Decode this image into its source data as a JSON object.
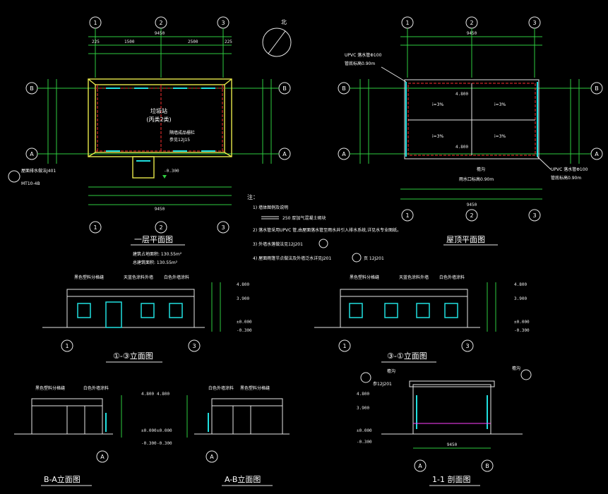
{
  "north_label": "北",
  "axes": {
    "a1": "1",
    "a2": "2",
    "a3": "3",
    "aA": "A",
    "aB": "B"
  },
  "plan": {
    "title": "一层平面图",
    "total_dim": "9450",
    "dims_top": [
      "225",
      "1500",
      "2500",
      "225"
    ],
    "room_label": "垃圾站",
    "room_sub": "(丙类2类)",
    "note_tag": "隔墙成品栅栏",
    "note_tag2": "参见12J15",
    "level": "-0.300",
    "legend_ref": "MT10-4B",
    "legend_note": "屋面排水做法J401",
    "area1": "建筑占地面积: 130.55m²",
    "area2": "总建筑面积: 130.55m²"
  },
  "roof": {
    "title": "屋顶平面图",
    "total_dim": "9450",
    "upvc_top": "UPVC 落水管Φ100",
    "upvc_top2": "管底标高0.90m",
    "upvc_bot": "UPVC 落水管Φ100",
    "upvc_bot2": "管底标高0.90m",
    "gutter": "檐沟",
    "gutter2": "雨水口标高0.90m",
    "slope": "i=3%",
    "elev": "4.800"
  },
  "notes": {
    "header": "注：",
    "n1": "1) 墙体图例及说明",
    "n1b": "250 厚加气混凝土砌块",
    "n2": "2) 落水管采用UPVC 管,由屋面落水管至雨水井引入排水系统,详见水专业图纸。",
    "n3": "3) 外墙水落做法见12J201",
    "n4": "4) 屋面雨篷节点做法及外墙泛水详见J201",
    "n4b": "页 12J201"
  },
  "elev_front": {
    "title": "①-③立面图",
    "lbl1": "黑色塑料分格缝",
    "lbl2": "天蓝色涂料外墙",
    "lbl3": "白色外墙涂料",
    "levels": [
      "4.800",
      "3.900",
      "±0.000",
      "-0.300"
    ]
  },
  "elev_back": {
    "title": "③-①立面图",
    "lbl1": "黑色塑料分格缝",
    "lbl2": "天蓝色涂料外墙",
    "lbl3": "白色外墙涂料",
    "levels": [
      "4.800",
      "3.900",
      "±0.000",
      "-0.300"
    ]
  },
  "elev_side1": {
    "title": "B-A立面图",
    "lbl1": "黑色塑料分格缝",
    "lbl2": "白色外墙涂料",
    "levels": [
      "4.800",
      "±0.000",
      "-0.300"
    ]
  },
  "elev_side2": {
    "title": "A-B立面图",
    "lbl1": "白色外墙涂料",
    "lbl2": "黑色塑料分格缝",
    "levels": [
      "4.800",
      "±0.000",
      "-0.300"
    ]
  },
  "section": {
    "title": "1-1 剖面图",
    "lbl1": "檐沟",
    "lbl2": "檐沟",
    "ref": "参12J201",
    "dim": "9450",
    "levels": [
      "4.800",
      "3.900",
      "±0.000",
      "-0.300"
    ]
  },
  "colors": {
    "axis": "#2ecc40",
    "wall": "#e8e84a",
    "window": "#20e0e0",
    "text": "#ffffff",
    "background": "#000000"
  }
}
